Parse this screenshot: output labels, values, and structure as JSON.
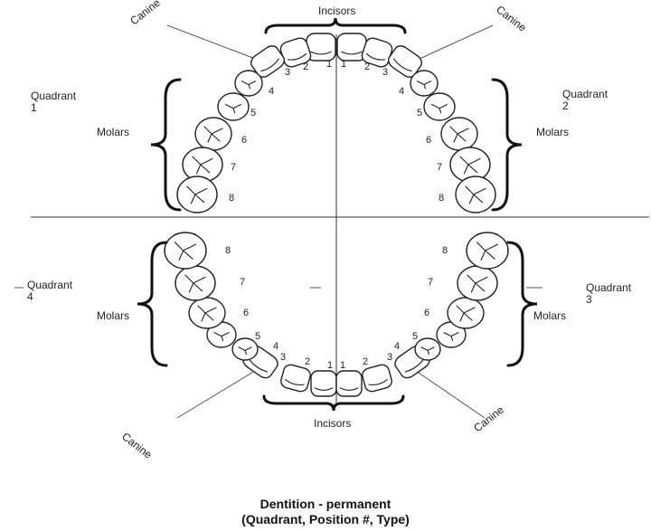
{
  "labels": {
    "incisors_top": "Incisors",
    "incisors_bottom": "Incisors",
    "canine_ul": "Canine",
    "canine_ur": "Canine",
    "canine_ll": "Canine",
    "canine_lr": "Canine",
    "quadrant1": [
      "Quadrant",
      "1"
    ],
    "quadrant2": [
      "Quadrant",
      "2"
    ],
    "quadrant3": [
      "Quadrant",
      "3"
    ],
    "quadrant4": [
      "Quadrant",
      "4"
    ],
    "molars": "Molars"
  },
  "tooth_numbers": [
    "1",
    "2",
    "3",
    "4",
    "5",
    "6",
    "7",
    "8"
  ],
  "caption": {
    "line1": "Dentition - permanent",
    "line2": "(Quadrant, Position #, Type)"
  },
  "icons": {
    "tooth": "tooth-outline-icon",
    "brace": "curly-brace-icon"
  }
}
